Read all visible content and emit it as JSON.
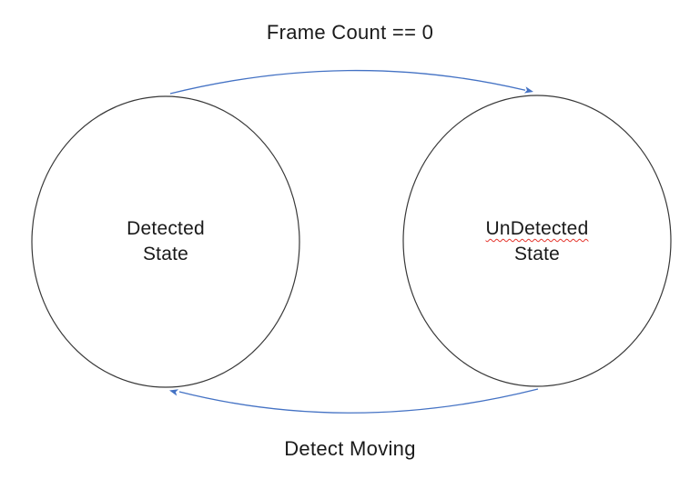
{
  "diagram": {
    "type": "state-machine",
    "states": [
      {
        "name": "Detected State",
        "line1": "Detected",
        "line2": "State"
      },
      {
        "name": "UnDetected State",
        "line1": "UnDetected",
        "line2": "State",
        "spellcheck_flagged_word": "UnDetected"
      }
    ],
    "transitions": [
      {
        "label": "Frame Count == 0",
        "from": "Detected State",
        "to": "UnDetected State",
        "position": "top"
      },
      {
        "label": "Detect Moving",
        "from": "UnDetected State",
        "to": "Detected State",
        "position": "bottom"
      }
    ],
    "colors": {
      "arrow": "#4472C4",
      "shape_outline": "#383838",
      "text": "#1a1a1a",
      "spellcheck_underline": "#e5352c",
      "background": "#ffffff"
    }
  }
}
